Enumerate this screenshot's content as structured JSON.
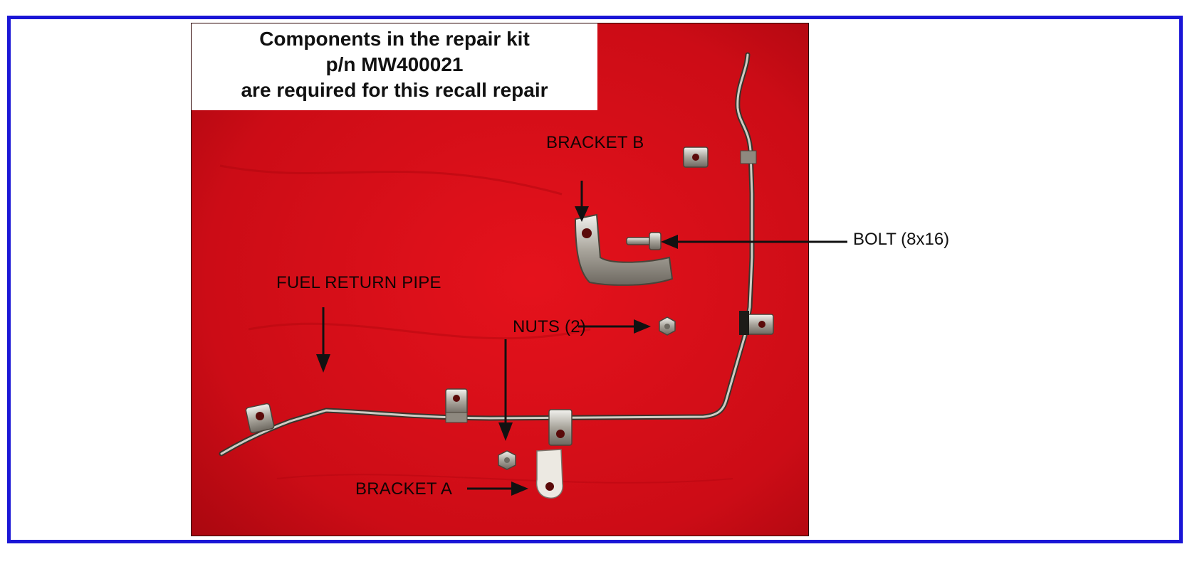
{
  "caption": {
    "line1": "Components in the repair kit",
    "line2": "p/n MW400021",
    "line3": "are required for this recall repair"
  },
  "labels": {
    "bracket_b": "BRACKET B",
    "bolt": "BOLT (8x16)",
    "fuel_return_pipe": "FUEL RETURN PIPE",
    "nuts": "NUTS (2)",
    "bracket_a": "BRACKET A"
  },
  "colors": {
    "frame_border": "#1a16d6",
    "photo_background": "#d8101a",
    "caption_background": "#ffffff"
  }
}
